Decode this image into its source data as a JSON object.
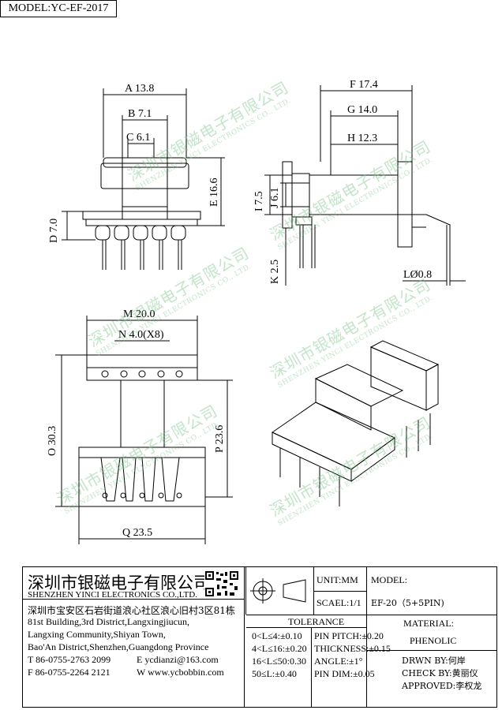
{
  "header": {
    "model": "MODEL:YC-EF-2017"
  },
  "watermark": {
    "cn": "深圳市银磁电子有限公司",
    "en": "SHENZHEN YINCI ELECTRONICS CO., LTD."
  },
  "dimensions": {
    "A": "A 13.8",
    "B": "B 7.1",
    "C": "C 6.1",
    "D": "D 7.0",
    "E": "E 16.6",
    "F": "F 17.4",
    "G": "G 14.0",
    "H": "H 12.3",
    "I": "I 7.5",
    "J": "J 6.1",
    "K": "K 2.5",
    "L": "LØ0.8",
    "M": "M 20.0",
    "N": "N 4.0(X8)",
    "O": "O 30.3",
    "P": "P 23.6",
    "Q": "Q 23.5"
  },
  "title_block": {
    "company_cn": "深圳市银磁电子有限公司",
    "company_en": "SHENZHEN YINCI ELECTRONICS CO.,LTD.",
    "address_cn": "深圳市宝安区石岩街道浪心社区浪心旧村3区81栋",
    "address_en_1": "81st Building,3rd District,Langxingjiucun,",
    "address_en_2": "Langxing Community,Shiyan Town,",
    "address_en_3": "Bao'An District,Shenzhen,Guangdong Province",
    "tel": "T 86-0755-2763 2099",
    "fax": "F 86-0755-2264 2121",
    "email": "E ycdianzi@163.com",
    "web": "W www.ycbobbin.com",
    "unit": "UNIT:MM",
    "scale": "SCAEL:1/1",
    "model_label": "MODEL:",
    "model_value": "EF-20（5+5PIN)",
    "tolerance_title": "TOLERANCE",
    "tol": [
      "0<L≤4:±0.10",
      "4<L≤16:±0.20",
      "16<L≤50:0.30",
      "50≤L:±0.40"
    ],
    "specs": [
      "PIN PITCH:±0.20",
      "THICKNESS:±0.15",
      "ANGLE:±1°",
      "PIN DIM:±0.05"
    ],
    "material_label": "MATERIAL:",
    "material_value": "PHENOLIC",
    "drawn_by": "DRWN BY:何岸",
    "check_by": "CHECK BY:黄丽仪",
    "approved": "APPROVED:李权龙"
  }
}
